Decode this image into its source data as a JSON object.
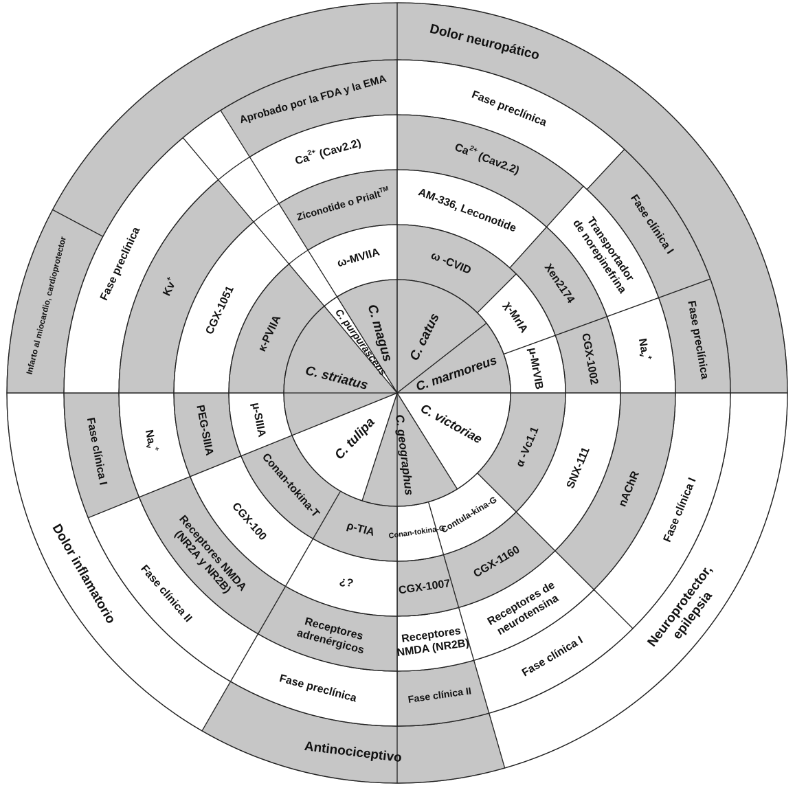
{
  "colors": {
    "gray": "#c6c6c6",
    "white": "#ffffff",
    "line": "#222222",
    "text": "#111111"
  },
  "species": [
    {
      "label": "C. magus",
      "fill": "gray"
    },
    {
      "label": "C. catus",
      "fill": "gray"
    },
    {
      "label": "C. marmoreus",
      "fill": "gray"
    },
    {
      "label": "C. victoriae",
      "fill": "white"
    },
    {
      "label": "C. geographus",
      "fill": "gray"
    },
    {
      "label": "C. tulipa",
      "fill": "white"
    },
    {
      "label": "C. striatus",
      "fill": "gray"
    },
    {
      "label": "C. purpurascens",
      "fill": "white"
    }
  ],
  "toxins": [
    {
      "label": "ω-MVIIA",
      "fill": "white"
    },
    {
      "label": "ω -CVID",
      "fill": "gray"
    },
    {
      "label": "χ-MrIA",
      "fill": "white"
    },
    {
      "label": "μ-MrVIB",
      "fill": "white"
    },
    {
      "label": "α -Vc1.1",
      "fill": "gray"
    },
    {
      "label": "Contula-kina-G",
      "fill": "white"
    },
    {
      "label": "Conan-tokina-G",
      "fill": "white"
    },
    {
      "label": "ρ-TIA",
      "fill": "gray"
    },
    {
      "label": "Conan-tokina-T",
      "fill": "gray"
    },
    {
      "label": "μ-SIIIA",
      "fill": "white"
    },
    {
      "label": "κ-PVIIA",
      "fill": "gray"
    }
  ],
  "drugs": [
    {
      "label": "Ziconotide o Prialt",
      "sup": "TM",
      "fill": "gray"
    },
    {
      "label": "AM-336, Leconotide",
      "fill": "white"
    },
    {
      "label": "Xen2174",
      "fill": "gray"
    },
    {
      "label": "CGX-1002",
      "fill": "gray"
    },
    {
      "label": "SNX-111",
      "fill": "white"
    },
    {
      "label": "CGX-1160",
      "fill": "gray"
    },
    {
      "label": "CGX-1007",
      "fill": "gray"
    },
    {
      "label": "¿?",
      "fill": "white"
    },
    {
      "label": "CGX-100",
      "fill": "white"
    },
    {
      "label": "PEG-SIIIA",
      "fill": "gray"
    },
    {
      "label": "CGX-1051",
      "fill": "white"
    }
  ],
  "targets": [
    {
      "label": "Ca",
      "sup": "2+",
      "rest": " (Cav2.2)",
      "fill": "white"
    },
    {
      "label": "Ca",
      "sup": "2+",
      "rest": " (Cav2.2)",
      "fill": "gray"
    },
    {
      "label": "Transportador",
      "label2": "de norepinefrina",
      "fill": "white"
    },
    {
      "label": "Na",
      "sub": "v",
      "sup": "+",
      "fill": "white"
    },
    {
      "label": "nAChR",
      "fill": "gray"
    },
    {
      "label": "Receptores de",
      "label2": "neurotensina",
      "fill": "white"
    },
    {
      "label": "Receptores",
      "label2": "NMDA (NR2B)",
      "fill": "white"
    },
    {
      "label": "Receptores",
      "label2": "adrenérgicos",
      "fill": "gray"
    },
    {
      "label": "Receptores NMDA",
      "label2": "(NR2A y NR2B)",
      "fill": "gray"
    },
    {
      "label": "Na",
      "sub": "v",
      "sup": "+",
      "fill": "white"
    },
    {
      "label": "Kv",
      "sup": "+",
      "fill": "gray"
    }
  ],
  "phases": [
    {
      "label": "Aprobado por la FDA y la EMA",
      "fill": "gray"
    },
    {
      "label": "Fase preclínica",
      "fill": "white"
    },
    {
      "label": "Fase clínica I",
      "fill": "gray"
    },
    {
      "label": "Fase preclínica",
      "fill": "gray"
    },
    {
      "label": "Fase clínica I",
      "fill": "white"
    },
    {
      "label": "Fase clínica I",
      "fill": "white"
    },
    {
      "label": "Fase clínica II",
      "fill": "gray"
    },
    {
      "label": "Fase preclínica",
      "fill": "white"
    },
    {
      "label": "Fase clínica II",
      "fill": "white"
    },
    {
      "label": "Fase clínica I",
      "fill": "gray"
    },
    {
      "label": "Fase preclínica",
      "fill": "white"
    }
  ],
  "uses": [
    {
      "label": "Dolor neuropático",
      "fill": "gray"
    },
    {
      "label": "Neuroprotector,",
      "label2": "epilepsia",
      "fill": "white"
    },
    {
      "label": "Antinociceptivo",
      "fill": "gray"
    },
    {
      "label": "Dolor inflamatorio",
      "fill": "white"
    },
    {
      "label": "Infarto al miocardio, cardioprotector",
      "fill": "gray"
    }
  ]
}
